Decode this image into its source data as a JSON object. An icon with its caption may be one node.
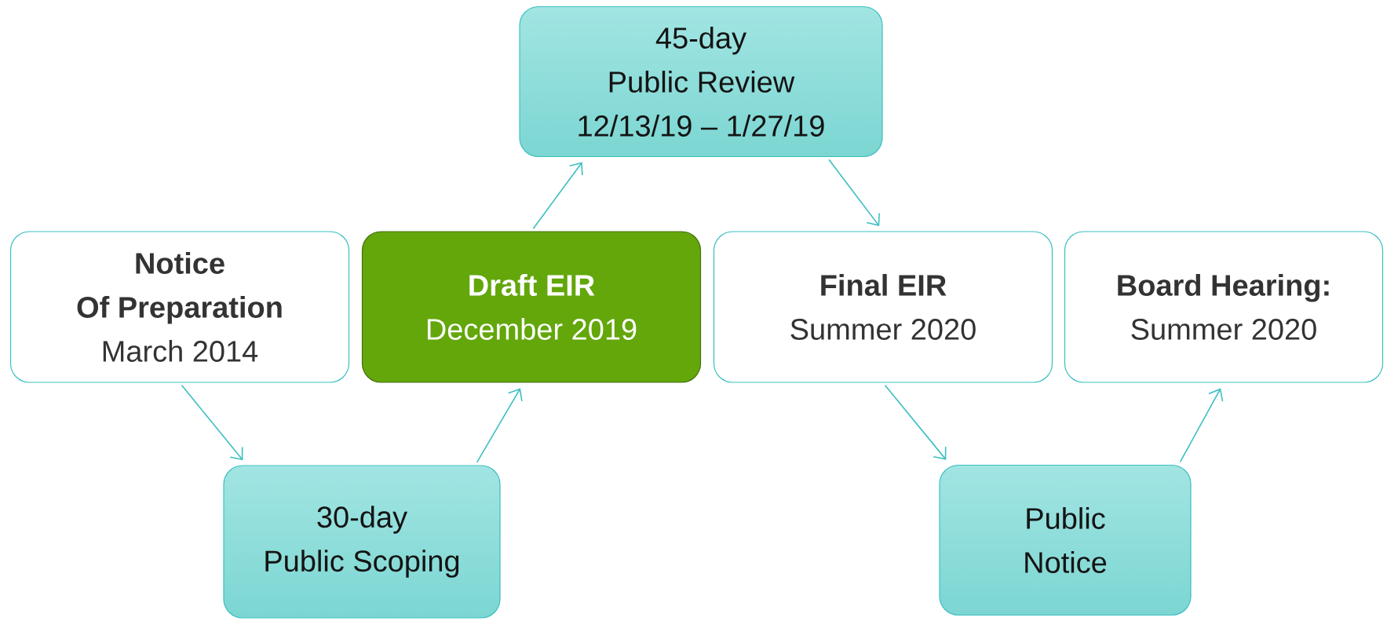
{
  "diagram": {
    "nodes": [
      {
        "text": [
          "Notice",
          "Of Preparation",
          "March 2014"
        ]
      },
      {
        "text": [
          "30-day",
          "Public Scoping"
        ]
      },
      {
        "text": [
          "Draft EIR",
          "December 2019"
        ]
      },
      {
        "text": [
          "45-day",
          "Public Review",
          "12/13/19 – 1/27/19"
        ]
      },
      {
        "text": [
          "Final EIR",
          "Summer 2020"
        ]
      },
      {
        "text": [
          "Public",
          "Notice"
        ]
      },
      {
        "text": [
          "Board Hearing:",
          "Summer 2020"
        ]
      }
    ],
    "edges": [
      {
        "from": 0,
        "to": 1,
        "arrow": "to"
      },
      {
        "from": 1,
        "to": 2,
        "arrow": "to"
      },
      {
        "from": 2,
        "to": 3,
        "arrow": "to"
      },
      {
        "from": 3,
        "to": 4,
        "arrow": "to"
      },
      {
        "from": 4,
        "to": 5,
        "arrow": "to"
      },
      {
        "from": 5,
        "to": 6,
        "arrow": "to"
      }
    ]
  }
}
